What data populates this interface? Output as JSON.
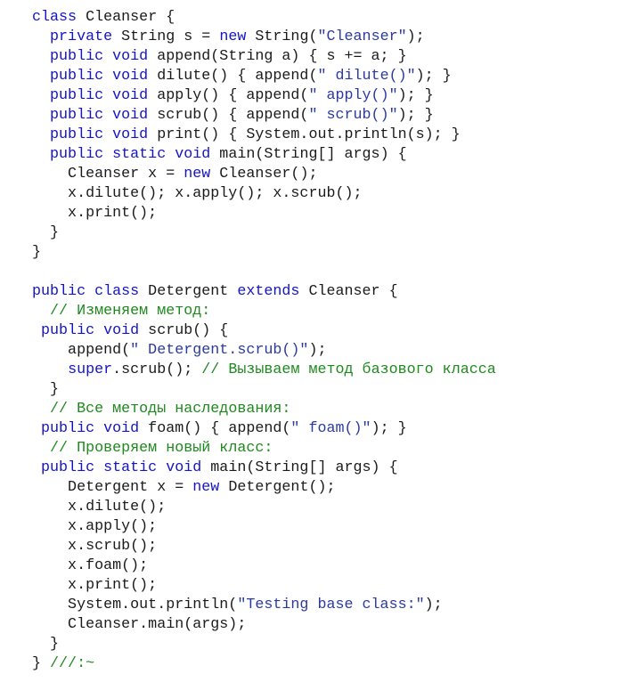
{
  "colors": {
    "keyword": "#1414c8",
    "string": "#2a3aa0",
    "comment": "#1e8a1e",
    "plain": "#1a1a1a",
    "background": "#ffffff"
  },
  "code": {
    "lines": [
      [
        [
          "kw",
          "class"
        ],
        [
          "pl",
          " Cleanser {"
        ]
      ],
      [
        [
          "pl",
          "  "
        ],
        [
          "kw",
          "private"
        ],
        [
          "pl",
          " String s = "
        ],
        [
          "kw",
          "new"
        ],
        [
          "pl",
          " String("
        ],
        [
          "str",
          "\"Cleanser\""
        ],
        [
          "pl",
          ");"
        ]
      ],
      [
        [
          "pl",
          "  "
        ],
        [
          "kw",
          "public void"
        ],
        [
          "pl",
          " append(String a) { s += a; }"
        ]
      ],
      [
        [
          "pl",
          "  "
        ],
        [
          "kw",
          "public void"
        ],
        [
          "pl",
          " dilute() { append("
        ],
        [
          "str",
          "\" dilute()\""
        ],
        [
          "pl",
          "); }"
        ]
      ],
      [
        [
          "pl",
          "  "
        ],
        [
          "kw",
          "public void"
        ],
        [
          "pl",
          " apply() { append("
        ],
        [
          "str",
          "\" apply()\""
        ],
        [
          "pl",
          "); }"
        ]
      ],
      [
        [
          "pl",
          "  "
        ],
        [
          "kw",
          "public void"
        ],
        [
          "pl",
          " scrub() { append("
        ],
        [
          "str",
          "\" scrub()\""
        ],
        [
          "pl",
          "); }"
        ]
      ],
      [
        [
          "pl",
          "  "
        ],
        [
          "kw",
          "public void"
        ],
        [
          "pl",
          " print() { System.out.println(s); }"
        ]
      ],
      [
        [
          "pl",
          "  "
        ],
        [
          "kw",
          "public static void"
        ],
        [
          "pl",
          " main(String[] args) {"
        ]
      ],
      [
        [
          "pl",
          "    Cleanser x = "
        ],
        [
          "kw",
          "new"
        ],
        [
          "pl",
          " Cleanser();"
        ]
      ],
      [
        [
          "pl",
          "    x.dilute(); x.apply(); x.scrub();"
        ]
      ],
      [
        [
          "pl",
          "    x.print();"
        ]
      ],
      [
        [
          "pl",
          "  }"
        ]
      ],
      [
        [
          "pl",
          "}"
        ]
      ],
      [
        [
          "pl",
          ""
        ]
      ],
      [
        [
          "kw",
          "public class"
        ],
        [
          "pl",
          " Detergent "
        ],
        [
          "kw",
          "extends"
        ],
        [
          "pl",
          " Cleanser {"
        ]
      ],
      [
        [
          "pl",
          "  "
        ],
        [
          "cm",
          "// Изменяем метод:"
        ]
      ],
      [
        [
          "pl",
          " "
        ],
        [
          "kw",
          "public void"
        ],
        [
          "pl",
          " scrub() {"
        ]
      ],
      [
        [
          "pl",
          "    append("
        ],
        [
          "str",
          "\" Detergent.scrub()\""
        ],
        [
          "pl",
          ");"
        ]
      ],
      [
        [
          "pl",
          "    "
        ],
        [
          "kw",
          "super"
        ],
        [
          "pl",
          ".scrub(); "
        ],
        [
          "cm",
          "// Вызываем метод базового класса"
        ]
      ],
      [
        [
          "pl",
          "  }"
        ]
      ],
      [
        [
          "pl",
          "  "
        ],
        [
          "cm",
          "// Все методы наследования:"
        ]
      ],
      [
        [
          "pl",
          " "
        ],
        [
          "kw",
          "public void"
        ],
        [
          "pl",
          " foam() { append("
        ],
        [
          "str",
          "\" foam()\""
        ],
        [
          "pl",
          "); }"
        ]
      ],
      [
        [
          "pl",
          "  "
        ],
        [
          "cm",
          "// Проверяем новый класс:"
        ]
      ],
      [
        [
          "pl",
          " "
        ],
        [
          "kw",
          "public static void"
        ],
        [
          "pl",
          " main(String[] args) {"
        ]
      ],
      [
        [
          "pl",
          "    Detergent x = "
        ],
        [
          "kw",
          "new"
        ],
        [
          "pl",
          " Detergent();"
        ]
      ],
      [
        [
          "pl",
          "    x.dilute();"
        ]
      ],
      [
        [
          "pl",
          "    x.apply();"
        ]
      ],
      [
        [
          "pl",
          "    x.scrub();"
        ]
      ],
      [
        [
          "pl",
          "    x.foam();"
        ]
      ],
      [
        [
          "pl",
          "    x.print();"
        ]
      ],
      [
        [
          "pl",
          "    System.out.println("
        ],
        [
          "str",
          "\"Testing base class:\""
        ],
        [
          "pl",
          ");"
        ]
      ],
      [
        [
          "pl",
          "    Cleanser.main(args);"
        ]
      ],
      [
        [
          "pl",
          "  }"
        ]
      ],
      [
        [
          "pl",
          "} "
        ],
        [
          "cm",
          "///:~"
        ]
      ]
    ]
  }
}
